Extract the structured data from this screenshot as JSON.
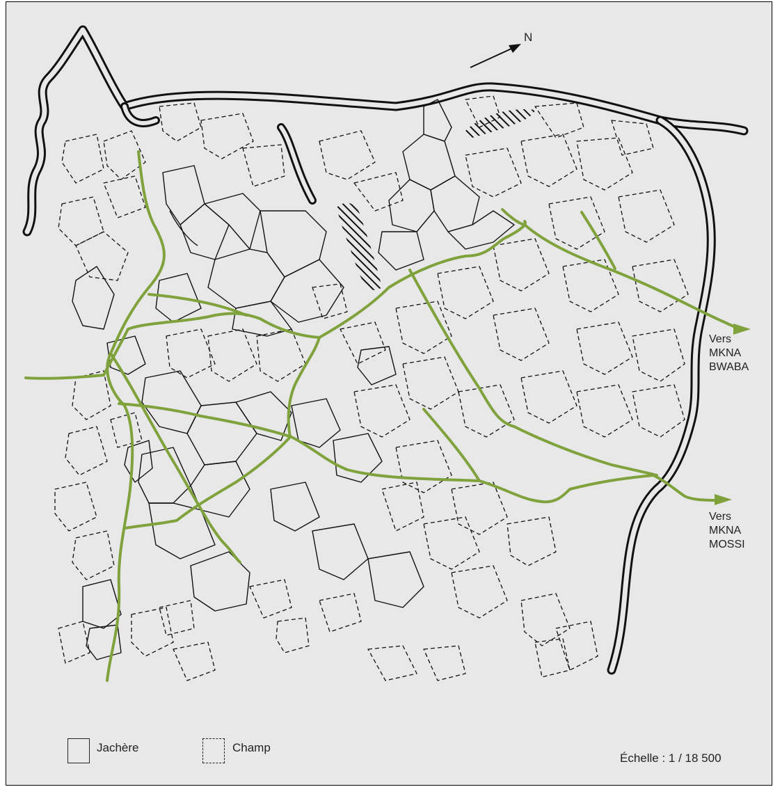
{
  "north_label": "N",
  "destinations": {
    "east": {
      "line1": "Vers",
      "line2": "MKNA",
      "line3": "BWABA"
    },
    "southeast": {
      "line1": "Vers",
      "line2": "MKNA",
      "line3": "MOSSI"
    }
  },
  "legend": {
    "fallow": "Jachère",
    "field": "Champ"
  },
  "scale": "Échelle : 1 / 18 500",
  "colors": {
    "road": "#7fa23c",
    "river": "#1a1a1a",
    "background": "#e8e8e8"
  }
}
